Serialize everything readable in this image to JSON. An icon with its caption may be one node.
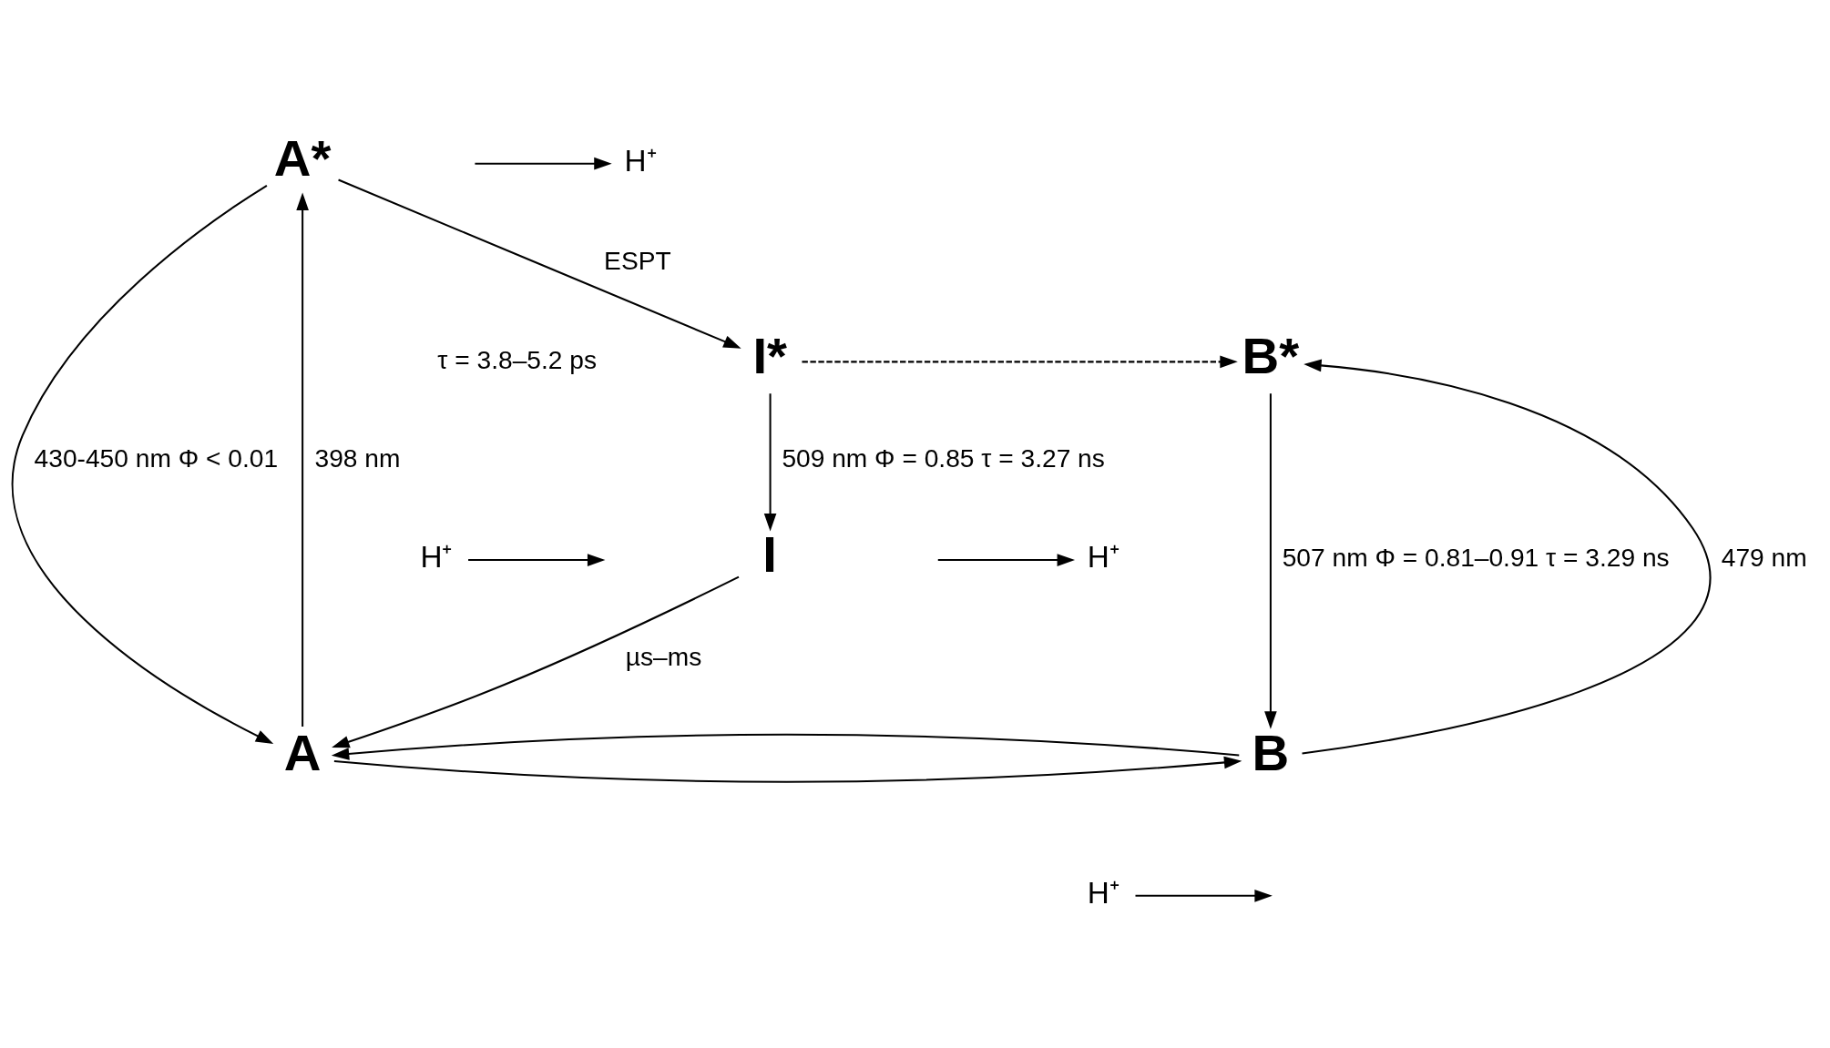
{
  "diagram": {
    "nodes": [
      {
        "text": [
          "H⁺"
        ]
      },
      {
        "text": [
          "A*"
        ]
      },
      {
        "text": [
          "I*"
        ]
      },
      {
        "text": [
          "B*"
        ]
      },
      {
        "text": [
          "I"
        ]
      },
      {
        "text": [
          "H⁺"
        ]
      },
      {
        "text": [
          "H⁺"
        ]
      },
      {
        "text": [
          "A"
        ]
      },
      {
        "text": [
          "B"
        ]
      },
      {
        "text": [
          "H⁺"
        ]
      }
    ],
    "edges": [
      {
        "from": 1,
        "to": 2,
        "arrow": "to",
        "label": "ESPT"
      },
      {
        "from": null,
        "to": 0,
        "arrow": "to"
      },
      {
        "from": 7,
        "to": 1,
        "arrow": "to",
        "label": "398 nm"
      },
      {
        "from": 1,
        "to": 7,
        "arrow": "to",
        "label": "430-450 nm Φ < 0.01"
      },
      {
        "from": 2,
        "to": 3,
        "arrow": "to",
        "style": "dashed"
      },
      {
        "from": 2,
        "to": 4,
        "arrow": "to",
        "label": "509 nm Φ = 0.85 τ = 3.27 ns"
      },
      {
        "from": 8,
        "to": 3,
        "arrow": "to",
        "label": "479 nm"
      },
      {
        "from": 3,
        "to": 8,
        "arrow": "to",
        "label": "507 nm Φ = 0.81–0.91 τ = 3.29 ns"
      },
      {
        "from": 4,
        "to": 7,
        "arrow": "to",
        "label": "µs–ms"
      },
      {
        "from": 6,
        "to": null,
        "arrow": "to"
      },
      {
        "from": 7,
        "to": 8,
        "arrow": "to"
      },
      {
        "from": null,
        "to": 5,
        "arrow": "to"
      },
      {
        "from": 8,
        "to": 7,
        "arrow": "to"
      },
      {
        "from": 9,
        "to": null,
        "arrow": "to"
      }
    ],
    "labels": [
      "τ = 3.8–5.2 ps"
    ]
  }
}
